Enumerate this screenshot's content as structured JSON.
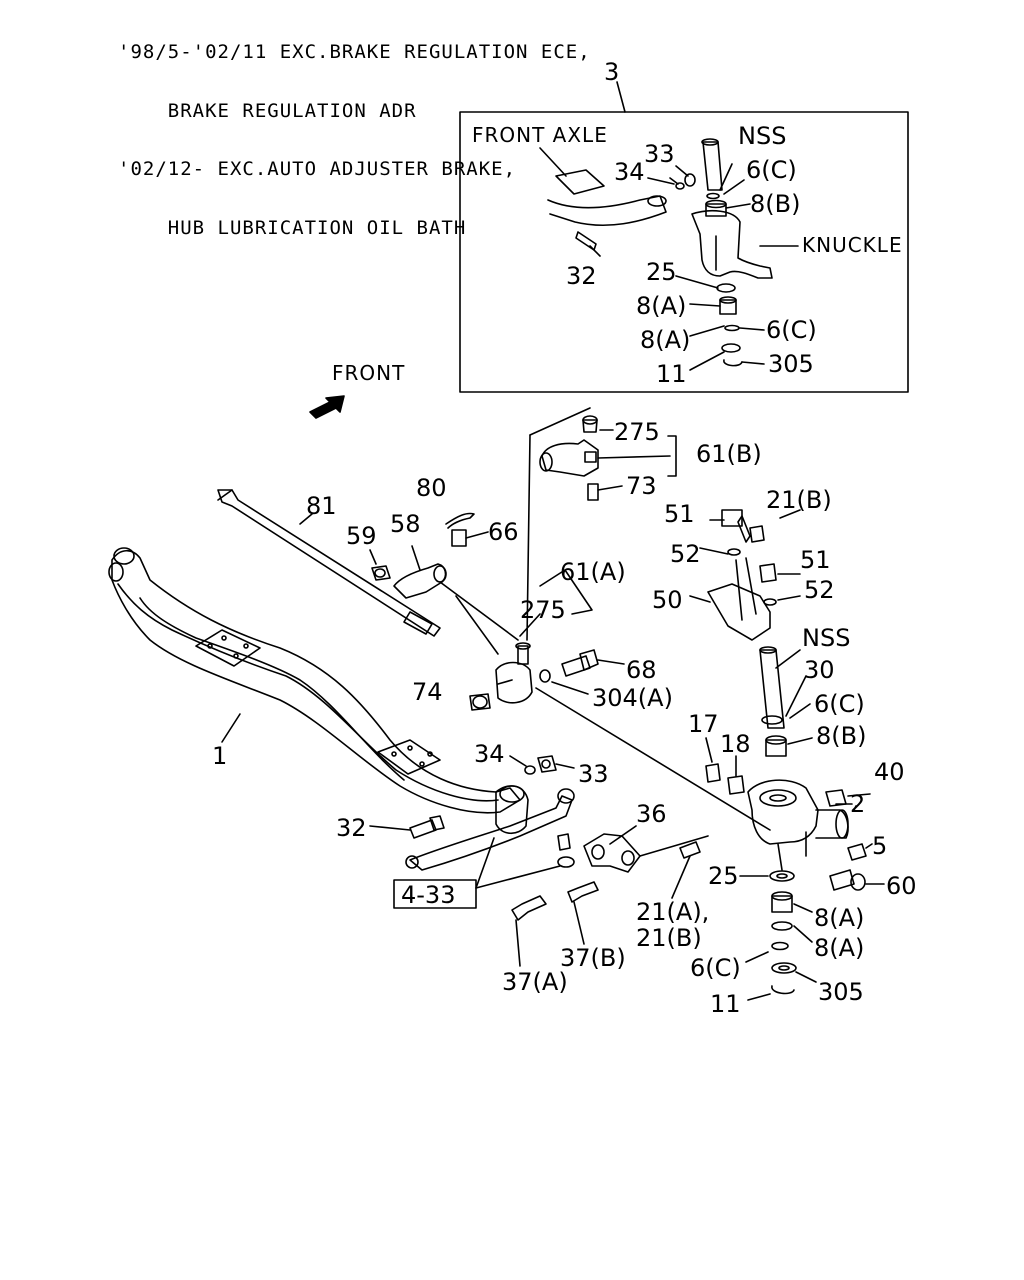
{
  "header_notes": [
    "'98/5-'02/11 EXC.BRAKE REGULATION ECE,",
    "    BRAKE REGULATION ADR",
    "'02/12- EXC.AUTO ADJUSTER BRAKE,",
    "    HUB LUBRICATION OIL BATH"
  ],
  "front_label": "FRONT",
  "inset": {
    "ref": "3",
    "front_axle": "FRONT AXLE",
    "knuckle": "KNUCKLE",
    "labels": {
      "nss": "NSS",
      "p33": "33",
      "p34": "34",
      "p6c_top": "6(C)",
      "p8b": "8(B)",
      "p32": "32",
      "p25": "25",
      "p8a_1": "8(A)",
      "p8a_2": "8(A)",
      "p6c_bot": "6(C)",
      "p11": "11",
      "p305": "305"
    }
  },
  "labels": {
    "p275_top": "275",
    "p61b": "61(B)",
    "p73": "73",
    "p80": "80",
    "p81": "81",
    "p59": "59",
    "p58": "58",
    "p66": "66",
    "p51_a": "51",
    "p21b_top": "21(B)",
    "p52_a": "52",
    "p51_b": "51",
    "p52_b": "52",
    "p50": "50",
    "p61a": "61(A)",
    "p275_mid": "275",
    "nss": "NSS",
    "p68": "68",
    "p30": "30",
    "p74": "74",
    "p304a": "304(A)",
    "p6c_a": "6(C)",
    "p17": "17",
    "p18": "18",
    "p8b": "8(B)",
    "p1": "1",
    "p34": "34",
    "p33": "33",
    "p40": "40",
    "p2": "2",
    "p36": "36",
    "p32": "32",
    "p5": "5",
    "p25": "25",
    "p60": "60",
    "ref_4_33": "4-33",
    "p21a": "21(A),",
    "p21b": "21(B)",
    "p8a_1": "8(A)",
    "p8a_2": "8(A)",
    "p37b": "37(B)",
    "p6c_b": "6(C)",
    "p37a": "37(A)",
    "p11": "11",
    "p305": "305"
  }
}
